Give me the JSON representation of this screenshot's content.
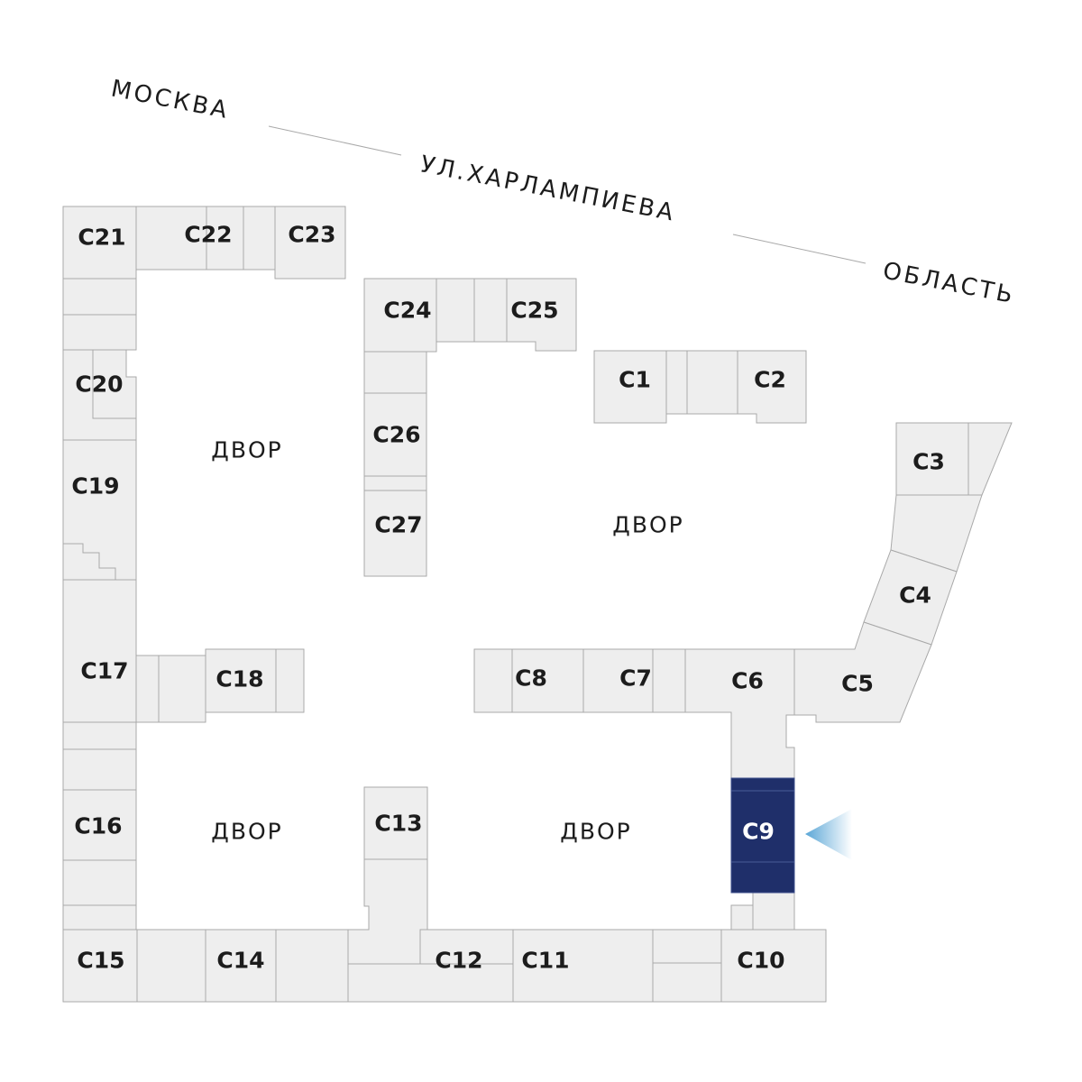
{
  "street": {
    "part1": "МОСКВА",
    "part2": "УЛ.ХАРЛАМПИЕВА",
    "part3": "ОБЛАСТЬ"
  },
  "yards": [
    "ДВОР",
    "ДВОР",
    "ДВОР",
    "ДВОР"
  ],
  "sections": {
    "c1": "С1",
    "c2": "С2",
    "c3": "С3",
    "c4": "С4",
    "c5": "С5",
    "c6": "С6",
    "c7": "С7",
    "c8": "С8",
    "c9": "С9",
    "c10": "С10",
    "c11": "С11",
    "c12": "С12",
    "c13": "С13",
    "c14": "С14",
    "c15": "С15",
    "c16": "С16",
    "c17": "С17",
    "c18": "С18",
    "c19": "С19",
    "c20": "С20",
    "c21": "С21",
    "c22": "С22",
    "c23": "С23",
    "c24": "С24",
    "c25": "С25",
    "c26": "С26",
    "c27": "С27"
  },
  "selected_section": "С9",
  "colors": {
    "block_fill": "#eeeeee",
    "block_stroke": "#a9a9a9",
    "selected_fill": "#1f2f6a",
    "marker": "#5aa6d6"
  },
  "icons": {
    "view_marker": "triangle-pointer-icon"
  }
}
